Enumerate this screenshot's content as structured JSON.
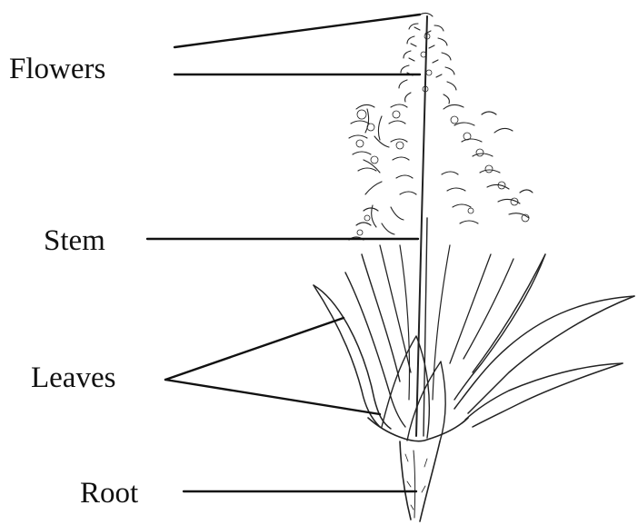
{
  "labels": {
    "flowers": "Flowers",
    "stem": "Stem",
    "leaves": "Leaves",
    "root": "Root"
  },
  "colors": {
    "ink": "#222222",
    "background": "#ffffff"
  }
}
